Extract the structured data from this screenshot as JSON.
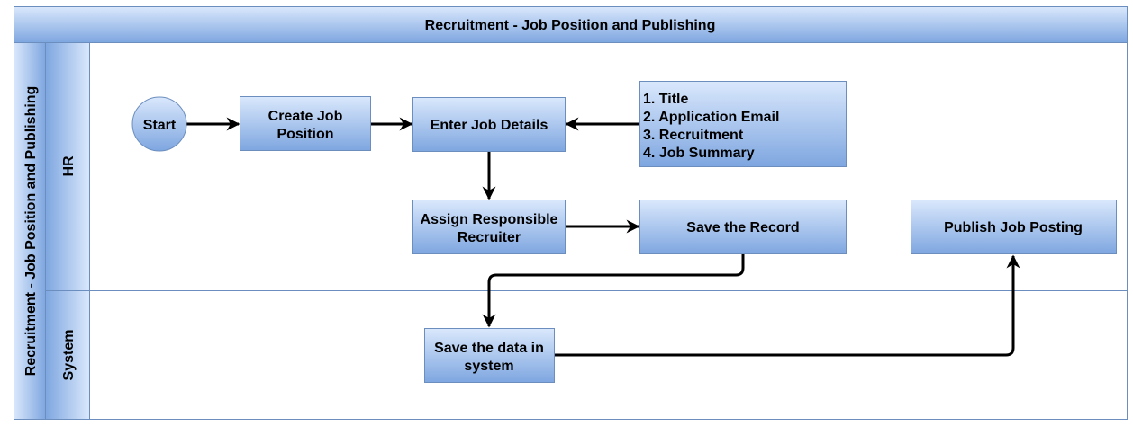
{
  "pool": {
    "title": "Recruitment - Job Position and Publishing",
    "side_label": "Recruitment - Job Position and Publishing"
  },
  "lanes": {
    "hr": "HR",
    "system": "System"
  },
  "nodes": {
    "start": "Start",
    "create_job_line1": "Create Job",
    "create_job_line2": "Position",
    "enter_details": "Enter Job Details",
    "fields": [
      "1. Title",
      "2. Application Email",
      "3. Recruitment",
      "4. Job Summary"
    ],
    "assign_line1": "Assign Responsible",
    "assign_line2": "Recruiter",
    "save_record": "Save the Record",
    "publish": "Publish Job Posting",
    "save_data_line1": "Save the data in",
    "save_data_line2": "system"
  },
  "colors": {
    "fill_top": "#dae8fc",
    "fill_bottom": "#7ea6e0",
    "stroke": "#6c8ebf",
    "arrow": "#000000"
  }
}
